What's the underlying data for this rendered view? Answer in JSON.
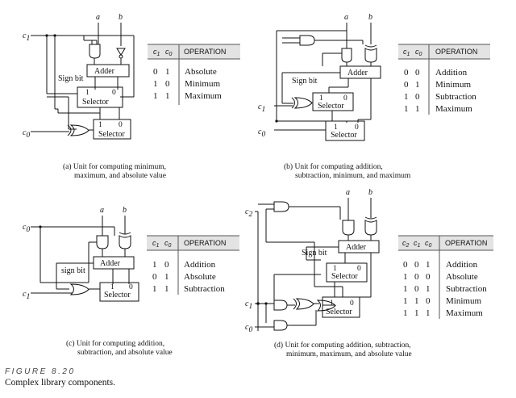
{
  "colors": {
    "ink": "#111111",
    "table_header": "#e3e3e3",
    "rule": "#555555"
  },
  "labels": {
    "a": "a",
    "b": "b",
    "c0": "c",
    "c1": "c",
    "c2": "c",
    "sub0": "0",
    "sub1": "1",
    "sub2": "2",
    "adder": "Adder",
    "selector": "Selector",
    "sel_one": "1",
    "sel_zero": "0",
    "sign_bit": "Sign bit",
    "sign_bit_lower": "sign bit"
  },
  "diagrams": {
    "a": {
      "caption_lines": [
        "(a)  Unit for computing minimum,",
        "maximum, and absolute value"
      ],
      "table": {
        "headers": [
          "c",
          "c",
          "OPERATION"
        ],
        "header_subs": [
          "1",
          "0"
        ],
        "rows": [
          {
            "bits": [
              "0",
              "1"
            ],
            "op": "Absolute"
          },
          {
            "bits": [
              "1",
              "0"
            ],
            "op": "Minimum"
          },
          {
            "bits": [
              "1",
              "1"
            ],
            "op": "Maximum"
          }
        ]
      }
    },
    "b": {
      "caption_lines": [
        "(b)  Unit for computing addition,",
        "subtraction, minimum, and maximum"
      ],
      "table": {
        "headers": [
          "c",
          "c",
          "OPERATION"
        ],
        "header_subs": [
          "1",
          "0"
        ],
        "rows": [
          {
            "bits": [
              "0",
              "0"
            ],
            "op": "Addition"
          },
          {
            "bits": [
              "0",
              "1"
            ],
            "op": "Minimum"
          },
          {
            "bits": [
              "1",
              "0"
            ],
            "op": "Subtraction"
          },
          {
            "bits": [
              "1",
              "1"
            ],
            "op": "Maximum"
          }
        ]
      }
    },
    "c": {
      "caption_lines": [
        "(c)  Unit for computing addition,",
        "subtraction, and absolute value"
      ],
      "table": {
        "headers": [
          "c",
          "c",
          "OPERATION"
        ],
        "header_subs": [
          "1",
          "0"
        ],
        "rows": [
          {
            "bits": [
              "1",
              "0"
            ],
            "op": "Addition"
          },
          {
            "bits": [
              "0",
              "1"
            ],
            "op": "Absolute"
          },
          {
            "bits": [
              "1",
              "1"
            ],
            "op": "Subtraction"
          }
        ]
      }
    },
    "d": {
      "caption_lines": [
        "(d)  Unit for computing addition, subtraction,",
        "minimum, maximum, and absolute value"
      ],
      "table": {
        "headers": [
          "c",
          "c",
          "c",
          "OPERATION"
        ],
        "header_subs": [
          "2",
          "1",
          "0"
        ],
        "rows": [
          {
            "bits": [
              "0",
              "0",
              "1"
            ],
            "op": "Addition"
          },
          {
            "bits": [
              "1",
              "0",
              "0"
            ],
            "op": "Absolute"
          },
          {
            "bits": [
              "1",
              "0",
              "1"
            ],
            "op": "Subtraction"
          },
          {
            "bits": [
              "1",
              "1",
              "0"
            ],
            "op": "Minimum"
          },
          {
            "bits": [
              "1",
              "1",
              "1"
            ],
            "op": "Maximum"
          }
        ]
      }
    }
  },
  "figure": {
    "number": "FIGURE 8.20",
    "title": "Complex library components."
  }
}
